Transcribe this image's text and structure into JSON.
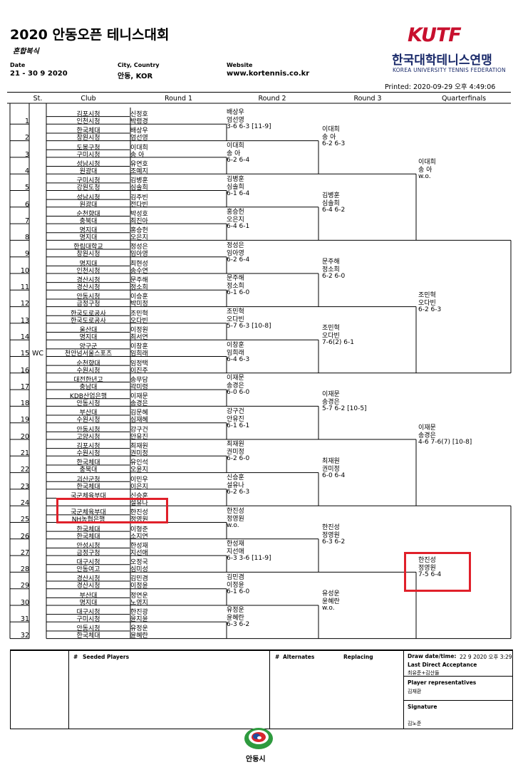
{
  "header": {
    "title": "2020 안동오픈 테니스대회",
    "subtitle": "혼합복식",
    "meta": [
      {
        "label": "Date",
        "value": "21 - 30 9 2020"
      },
      {
        "label": "City, Country",
        "value": "안동, KOR"
      },
      {
        "label": "Website",
        "value": "www.kortennis.co.kr"
      }
    ],
    "logo": {
      "mark": "KUTF",
      "name_kr": "한국대학테니스연맹",
      "name_en": "KOREA UNIVERSITY TENNIS FEDERATION"
    },
    "printed": "Printed: 2020-09-29 오후 4:49:06"
  },
  "columns": [
    "St.",
    "Club",
    "Round 1",
    "Round 2",
    "Round 3",
    "Quarterfinals"
  ],
  "draw": [
    {
      "n": "1",
      "st": "",
      "c1": "김포시청",
      "p1": "신정호",
      "c2": "인천시청",
      "p2": "박령경"
    },
    {
      "n": "2",
      "st": "",
      "c1": "한국체대",
      "p1": "배상우",
      "c2": "창원시청",
      "p2": "엄선영"
    },
    {
      "n": "3",
      "st": "",
      "c1": "도봉구청",
      "p1": "이대희",
      "c2": "구미시청",
      "p2": "송 아"
    },
    {
      "n": "4",
      "st": "",
      "c1": "성남시청",
      "p1": "유연호",
      "c2": "원광대",
      "p2": "조예지"
    },
    {
      "n": "5",
      "st": "",
      "c1": "구미시청",
      "p1": "김병훈",
      "c2": "강원도청",
      "p2": "심솔희"
    },
    {
      "n": "6",
      "st": "",
      "c1": "성남시청",
      "p1": "김주빈",
      "c2": "원광대",
      "p2": "전다빈"
    },
    {
      "n": "7",
      "st": "",
      "c1": "순천향대",
      "p1": "박성호",
      "c2": "충북대",
      "p2": "최진아"
    },
    {
      "n": "8",
      "st": "",
      "c1": "명지대",
      "p1": "홍승헌",
      "c2": "명지대",
      "p2": "오은지"
    },
    {
      "n": "9",
      "st": "",
      "c1": "한림대학교",
      "p1": "정성은",
      "c2": "창원시청",
      "p2": "임아영"
    },
    {
      "n": "10",
      "st": "",
      "c1": "명지대",
      "p1": "최현성",
      "c2": "인천시청",
      "p2": "송수연"
    },
    {
      "n": "11",
      "st": "",
      "c1": "경산시청",
      "p1": "문주해",
      "c2": "경산시청",
      "p2": "정소희"
    },
    {
      "n": "12",
      "st": "",
      "c1": "안동시청",
      "p1": "이승훈",
      "c2": "금정구청",
      "p2": "박미정"
    },
    {
      "n": "13",
      "st": "",
      "c1": "한국도로공사",
      "p1": "조민혁",
      "c2": "한국도로공사",
      "p2": "오다빈"
    },
    {
      "n": "14",
      "st": "",
      "c1": "울산대",
      "p1": "이정원",
      "c2": "명지대",
      "p2": "최서연"
    },
    {
      "n": "15",
      "st": "WC",
      "c1": "양구군",
      "p1": "이창훈",
      "c2": "천안넘서울스포츠",
      "p2": "임희래"
    },
    {
      "n": "16",
      "st": "",
      "c1": "순천향대",
      "p1": "임정택",
      "c2": "수원시청",
      "p2": "이진주"
    },
    {
      "n": "17",
      "st": "",
      "c1": "대전한년고",
      "p1": "송무담",
      "c2": "충남대",
      "p2": "곽미령"
    },
    {
      "n": "18",
      "st": "",
      "c1": "KDB산업은행",
      "p1": "이재문",
      "c2": "안동시청",
      "p2": "송경은"
    },
    {
      "n": "19",
      "st": "",
      "c1": "부산대",
      "p1": "김문혜",
      "c2": "수원시청",
      "p2": "심재혜"
    },
    {
      "n": "20",
      "st": "",
      "c1": "안동시청",
      "p1": "강구건",
      "c2": "고양시청",
      "p2": "안유진"
    },
    {
      "n": "21",
      "st": "",
      "c1": "김포시청",
      "p1": "최재원",
      "c2": "수원시청",
      "p2": "권미정"
    },
    {
      "n": "22",
      "st": "",
      "c1": "한국체대",
      "p1": "유인석",
      "c2": "충북대",
      "p2": "오윤지"
    },
    {
      "n": "23",
      "st": "",
      "c1": "괴산군청",
      "p1": "이민우",
      "c2": "한국체대",
      "p2": "이은지"
    },
    {
      "n": "24",
      "st": "",
      "c1": "국군체육부대",
      "p1": "신승훈",
      "c2": "",
      "p2": "설유나"
    },
    {
      "n": "25",
      "st": "",
      "c1": "국군체육부대",
      "p1": "한진성",
      "c2": "NH농협은행",
      "p2": "정영원"
    },
    {
      "n": "26",
      "st": "",
      "c1": "한국체대",
      "p1": "이형준",
      "c2": "한국체대",
      "p2": "소지연"
    },
    {
      "n": "27",
      "st": "",
      "c1": "안성시청",
      "p1": "한성재",
      "c2": "금정구청",
      "p2": "지선애"
    },
    {
      "n": "28",
      "st": "",
      "c1": "대구시청",
      "p1": "오정국",
      "c2": "안동여고",
      "p2": "심미성"
    },
    {
      "n": "29",
      "st": "",
      "c1": "경산시청",
      "p1": "김민겸",
      "c2": "경산시청",
      "p2": "이정윤"
    },
    {
      "n": "30",
      "st": "",
      "c1": "부산대",
      "p1": "정연운",
      "c2": "명지대",
      "p2": "노영지"
    },
    {
      "n": "31",
      "st": "",
      "c1": "대구시청",
      "p1": "한진광",
      "c2": "구미시청",
      "p2": "윤지윤"
    },
    {
      "n": "32",
      "st": "",
      "c1": "안동시청",
      "p1": "유정운",
      "c2": "한국체대",
      "p2": "윤혜란"
    }
  ],
  "round2": [
    {
      "a": "배상우",
      "b": "엄선영",
      "s": "3-6 6-3 [11-9]"
    },
    {
      "a": "이대희",
      "b": "송 아",
      "s": "6-2 6-4"
    },
    {
      "a": "김병훈",
      "b": "심솔희",
      "s": "6-1 6-4"
    },
    {
      "a": "홍승헌",
      "b": "오은지",
      "s": "6-4 6-1"
    },
    {
      "a": "정성은",
      "b": "임아영",
      "s": "6-2 6-4"
    },
    {
      "a": "문주해",
      "b": "정소희",
      "s": "6-1 6-0"
    },
    {
      "a": "조민혁",
      "b": "오다빈",
      "s": "5-7 6-3 [10-8]"
    },
    {
      "a": "이창훈",
      "b": "임희래",
      "s": "6-4 6-3"
    },
    {
      "a": "이재문",
      "b": "송경은",
      "s": "6-0 6-0"
    },
    {
      "a": "강구건",
      "b": "안유진",
      "s": "6-1 6-1"
    },
    {
      "a": "최재원",
      "b": "권미정",
      "s": "6-2 6-0"
    },
    {
      "a": "신승훈",
      "b": "설유나",
      "s": "6-2 6-3"
    },
    {
      "a": "한진성",
      "b": "정영원",
      "s": "w.o."
    },
    {
      "a": "한성재",
      "b": "지선애",
      "s": "6-3 3-6 [11-9]"
    },
    {
      "a": "김민겸",
      "b": "이정윤",
      "s": "6-1 6-0"
    },
    {
      "a": "유정운",
      "b": "윤혜란",
      "s": "6-3 6-2"
    }
  ],
  "round3": [
    {
      "a": "이대희",
      "b": "송 아",
      "s": "6-2 6-3"
    },
    {
      "a": "김병훈",
      "b": "심솔희",
      "s": "6-4 6-2"
    },
    {
      "a": "문주해",
      "b": "정소희",
      "s": "6-2 6-0"
    },
    {
      "a": "조민혁",
      "b": "오다빈",
      "s": "7-6(2) 6-1"
    },
    {
      "a": "이재문",
      "b": "송경은",
      "s": "5-7 6-2 [10-5]"
    },
    {
      "a": "최재원",
      "b": "권미정",
      "s": "6-0 6-4"
    },
    {
      "a": "한진성",
      "b": "정영원",
      "s": "6-3 6-2"
    },
    {
      "a": "유성운",
      "b": "윤혜란",
      "s": "w.o."
    }
  ],
  "quarterfinals": [
    {
      "a": "이대희",
      "b": "송 아",
      "s": "w.o."
    },
    {
      "a": "조민혁",
      "b": "오다빈",
      "s": "6-2 6-3"
    },
    {
      "a": "이재문",
      "b": "송경은",
      "s": "4-6 7-6(7) [10-8]"
    },
    {
      "a": "한진성",
      "b": "정영원",
      "s": "7-5 6-4"
    }
  ],
  "footer": {
    "seeded": "Seeded Players",
    "alternates": "Alternates",
    "replacing": "Replacing",
    "hash": "#",
    "draw_label": "Draw date/time:",
    "draw_value": "22 9 2020 오후 3:29",
    "lda_label": "Last Direct Acceptance",
    "lda_value": "최유준+김산들",
    "rep_label": "Player representatives",
    "rep_value": "김재환",
    "sig_label": "Signature",
    "sig_value": "김노준",
    "city": "안동시"
  }
}
